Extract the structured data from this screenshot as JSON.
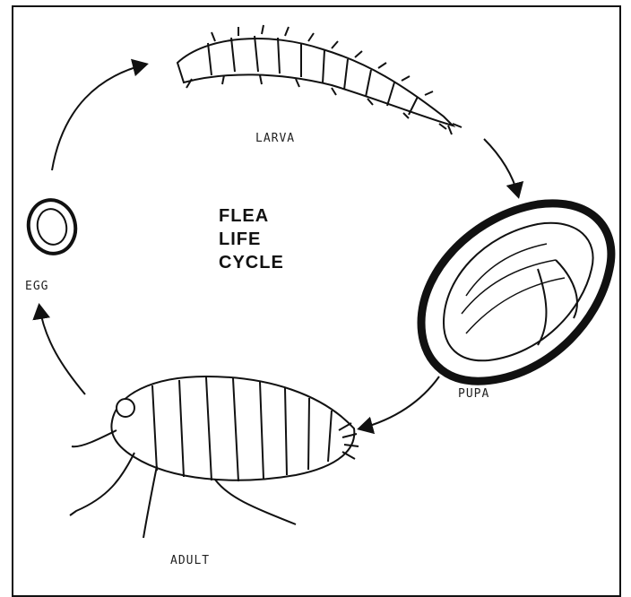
{
  "title_lines": [
    "FLEA",
    "LIFE",
    "CYCLE"
  ],
  "stages": {
    "larva": "LARVA",
    "pupa": "PUPA",
    "adult": "ADULT",
    "egg": "EGG"
  },
  "colors": {
    "ink": "#111111",
    "paper": "#ffffff"
  }
}
